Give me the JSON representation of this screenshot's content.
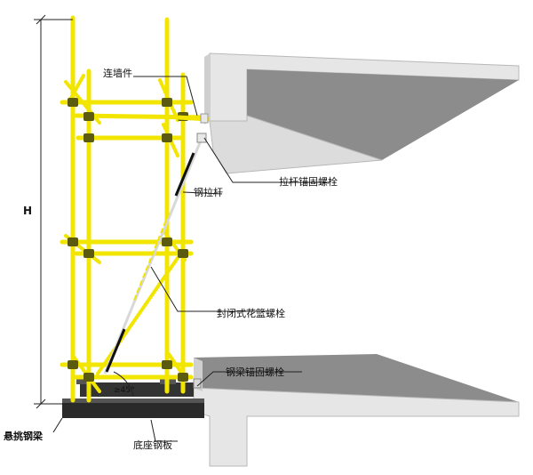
{
  "labels": {
    "wall_tie": "连墙件",
    "tie_rod_anchor_bolt": "拉杆锚固螺栓",
    "steel_tie_rod": "钢拉杆",
    "closed_turnbuckle_bolt": "封闭式花篮螺栓",
    "beam_anchor_bolt": "钢梁锚固螺栓",
    "cantilever_steel_beam": "悬挑钢梁",
    "base_steel_plate": "底座钢板",
    "height_symbol": "H",
    "angle": "≥45°"
  },
  "colors": {
    "scaffold_tube": "#f2e600",
    "coupler": "#5a5a10",
    "steel_beam": "#2a2a2a",
    "slab_top": "#d0d0d0",
    "slab_face": "#9a9a9a",
    "slab_edge": "#e8e8e8",
    "leader_line": "#222222"
  }
}
